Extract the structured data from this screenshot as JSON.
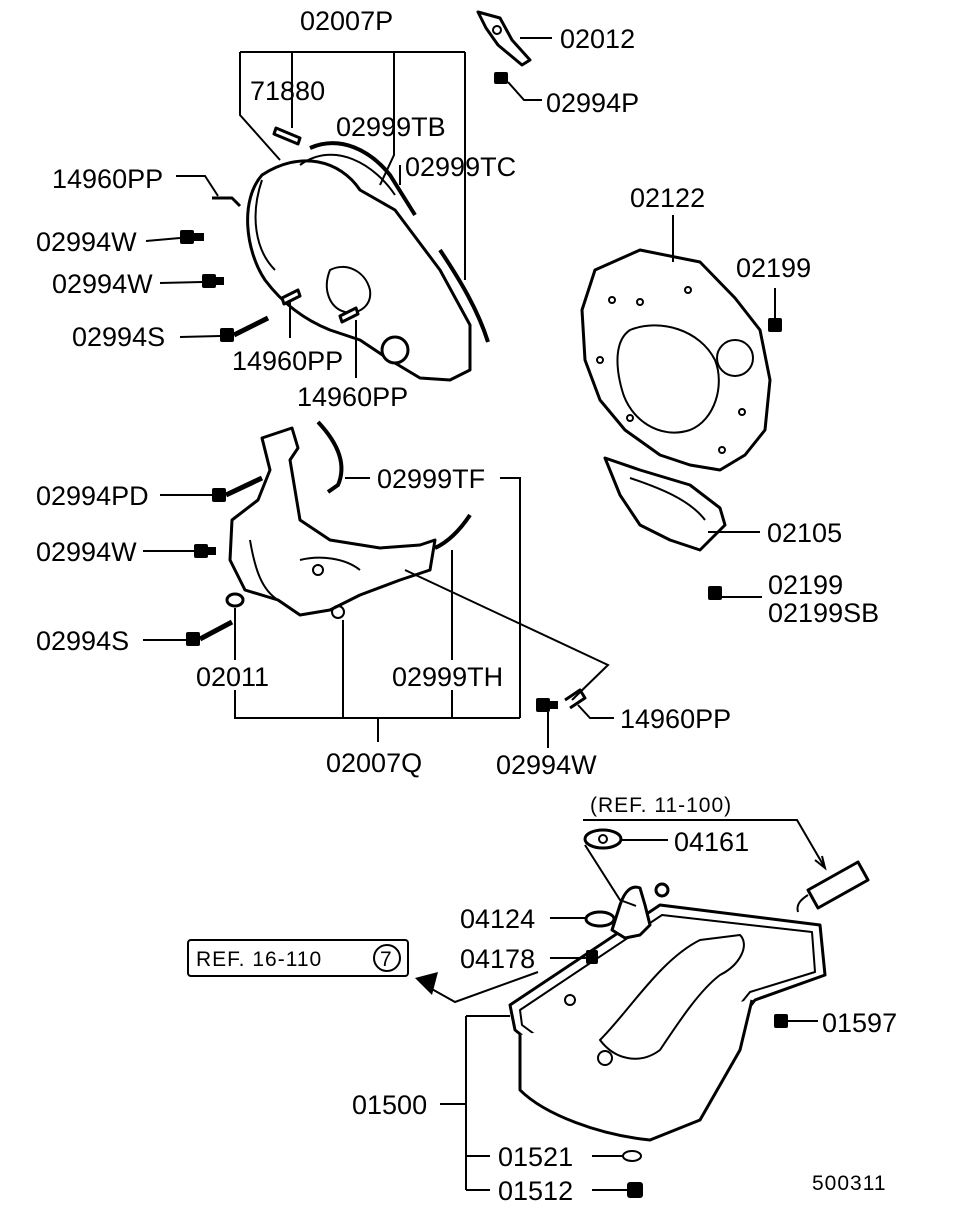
{
  "diagram_code": "500311",
  "references": {
    "ref_11_100": "(REF. 11-100)",
    "ref_16_110": "REF. 16-110",
    "ref_16_110_num": "7"
  },
  "parts": {
    "p02007P": "02007P",
    "p02012": "02012",
    "p71880": "71880",
    "p02994P": "02994P",
    "p02999TB": "02999TB",
    "p02999TC": "02999TC",
    "p14960PP_a": "14960PP",
    "p02994W_a": "02994W",
    "p02994W_b": "02994W",
    "p02994S_a": "02994S",
    "p14960PP_b": "14960PP",
    "p14960PP_c": "14960PP",
    "p02122": "02122",
    "p02199_a": "02199",
    "p02999TF": "02999TF",
    "p02994PD": "02994PD",
    "p02105": "02105",
    "p02994W_c": "02994W",
    "p02199_b": "02199",
    "p02199SB": "02199SB",
    "p02994S_b": "02994S",
    "p02011": "02011",
    "p02999TH": "02999TH",
    "p14960PP_d": "14960PP",
    "p02007Q": "02007Q",
    "p02994W_d": "02994W",
    "p04161": "04161",
    "p04124": "04124",
    "p04178": "04178",
    "p01597": "01597",
    "p01500": "01500",
    "p01521": "01521",
    "p01512": "01512"
  }
}
